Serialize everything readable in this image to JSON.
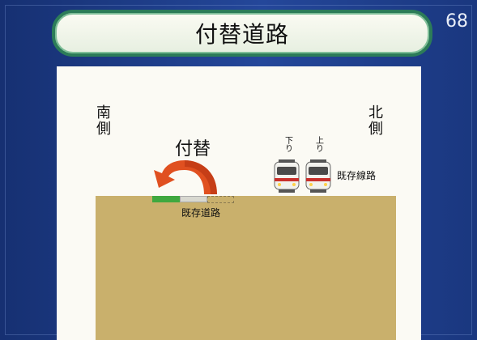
{
  "slide": {
    "title": "付替道路",
    "page_number": "68"
  },
  "diagram": {
    "south_side": "南側",
    "north_side": "北側",
    "replacement": "付替",
    "existing_road": "既存道路",
    "existing_railway": "既存線路",
    "track_down": "下り",
    "track_up": "上り"
  },
  "colors": {
    "background": "#1c3b86",
    "title_border": "#2c7c58",
    "ground": "#c9b06c",
    "arrow": "#e05020",
    "new_road": "#3fa83f",
    "train_stripe": "#c8302c"
  },
  "icons": {
    "arrow": "curved-arrow-icon",
    "train": "train-icon"
  }
}
